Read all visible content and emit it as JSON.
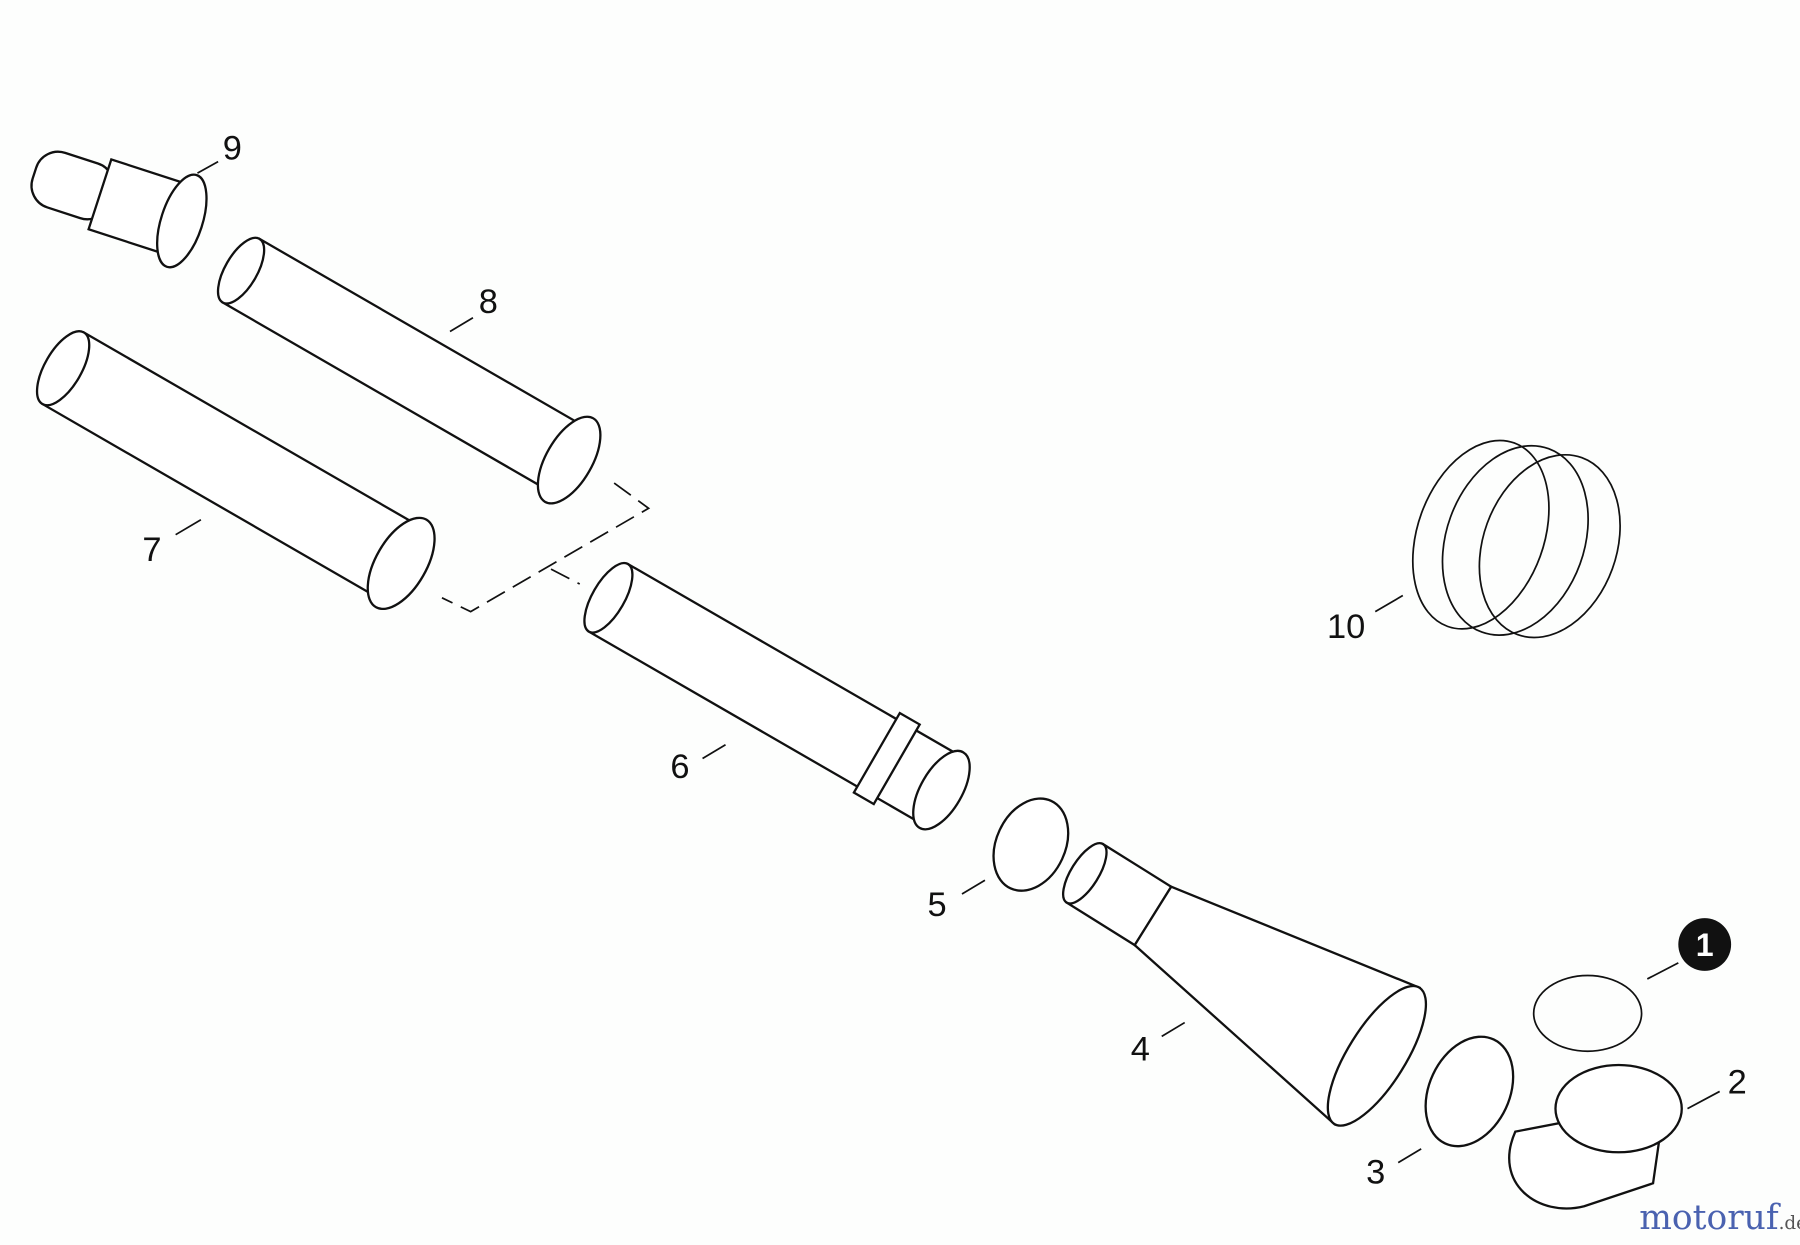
{
  "diagram": {
    "labels": {
      "p1": "1",
      "p2": "2",
      "p3": "3",
      "p4": "4",
      "p5": "5",
      "p6": "6",
      "p7": "7",
      "p8": "8",
      "p9": "9",
      "p10": "10"
    },
    "watermark": {
      "brand": "motoruf",
      "tld": ".de"
    }
  }
}
